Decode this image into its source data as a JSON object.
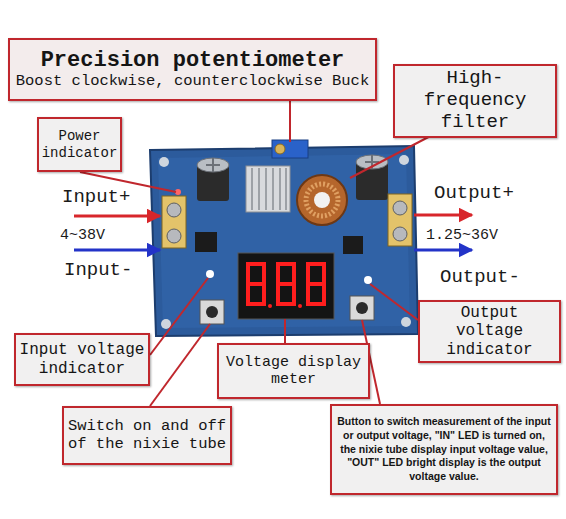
{
  "diagram": {
    "nodes": [
      {
        "text": [
          "Precision potentiometer",
          "Boost clockwise, counterclockwise Buck"
        ]
      },
      {
        "text": [
          "High-frequency filter"
        ]
      },
      {
        "text": [
          "Power indicator"
        ]
      },
      {
        "text": [
          "Output voltage indicator"
        ]
      },
      {
        "text": [
          "Input voltage indicator"
        ]
      },
      {
        "text": [
          "Voltage display meter"
        ]
      },
      {
        "text": [
          "Switch on and off of the nixie tube"
        ]
      },
      {
        "text": [
          "Button to switch measurement of the input or output voltage, \"IN\" LED is turned on, the nixie tube display input voltage value, \"OUT\" LED bright display is the output voltage value."
        ]
      }
    ],
    "labels": [
      "Input+",
      "4~38V",
      "Input-",
      "Output+",
      "1.25~36V",
      "Output-"
    ]
  }
}
